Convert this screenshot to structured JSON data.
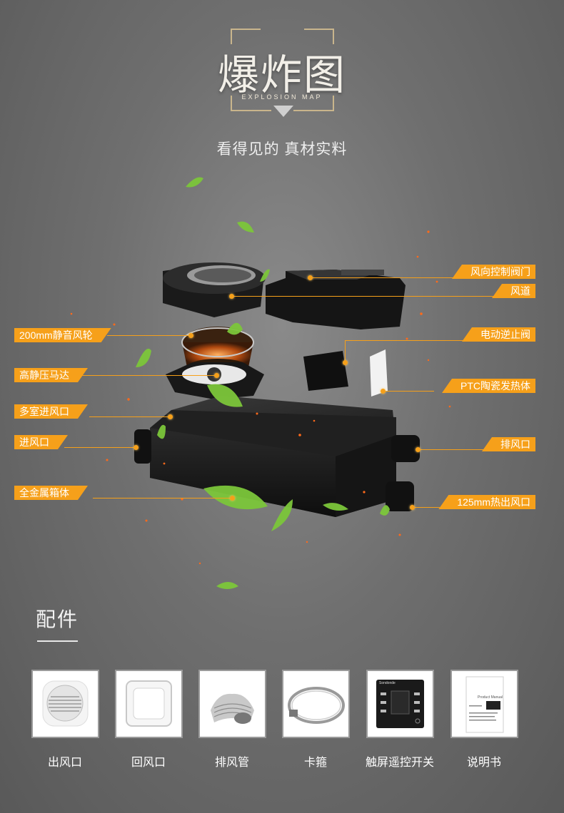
{
  "header": {
    "title": "爆炸图",
    "subtitle": "EXPLOSION MAP",
    "slogan": "看得见的 真材实料"
  },
  "callouts_left": [
    {
      "label": "200mm静音风轮"
    },
    {
      "label": "高静压马达"
    },
    {
      "label": "多室进风口"
    },
    {
      "label": "进风口"
    },
    {
      "label": "全金属箱体"
    }
  ],
  "callouts_right": [
    {
      "label": "风向控制阀门"
    },
    {
      "label": "风道"
    },
    {
      "label": "电动逆止阀"
    },
    {
      "label": "PTC陶瓷发热体"
    },
    {
      "label": "排风口"
    },
    {
      "label": "125mm热出风口"
    }
  ],
  "accessories": {
    "title": "配件",
    "items": [
      {
        "label": "出风口",
        "icon": "outlet-vent-icon"
      },
      {
        "label": "回风口",
        "icon": "return-vent-icon"
      },
      {
        "label": "排风管",
        "icon": "exhaust-duct-icon"
      },
      {
        "label": "卡箍",
        "icon": "hose-clamp-icon"
      },
      {
        "label": "触屏遥控开关",
        "icon": "touch-remote-icon"
      },
      {
        "label": "说明书",
        "icon": "manual-icon"
      }
    ],
    "remote_brand": "Sondonde",
    "manual_title": "Product Manual"
  },
  "colors": {
    "accent": "#f6a01a",
    "leaf": "#7cc63a",
    "ember": "#ff6a1a"
  }
}
